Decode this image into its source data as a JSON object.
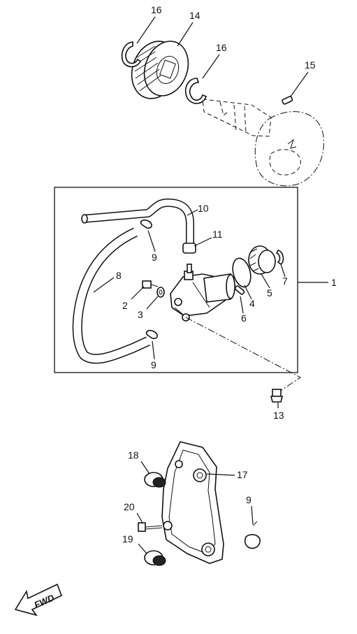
{
  "callouts": {
    "c1": "1",
    "c2": "2",
    "c3": "3",
    "c4": "4",
    "c5": "5",
    "c6": "6",
    "c7": "7",
    "c8": "8",
    "c9a": "9",
    "c9b": "9",
    "c9c": "9",
    "c10": "10",
    "c11": "11",
    "c13": "13",
    "c14": "14",
    "c15": "15",
    "c16a": "16",
    "c16b": "16",
    "c17": "17",
    "c18": "18",
    "c19": "19",
    "c20": "20"
  },
  "fwd_label": "FWD"
}
